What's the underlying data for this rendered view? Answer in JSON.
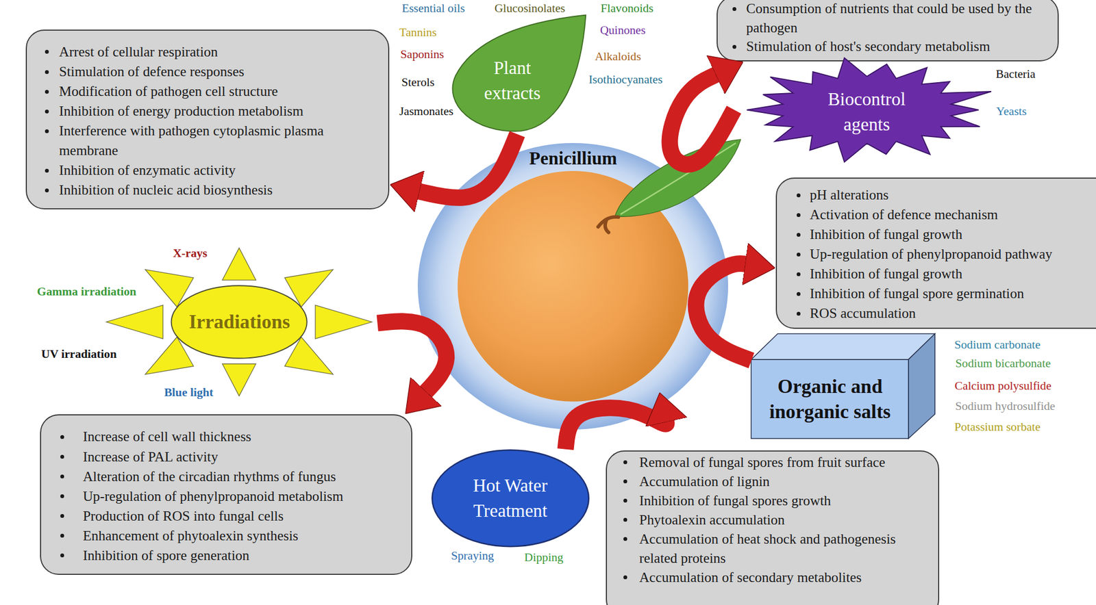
{
  "diagram": {
    "nodes": [
      {
        "text": [
          "Plant extracts"
        ]
      },
      {
        "text": [
          "Arrest of cellular respiration",
          "Stimulation of defence responses",
          "Modification of pathogen cell structure",
          "Inhibition of energy production metabolism",
          "Interference with pathogen cytoplasmic plasma membrane",
          "Inhibition of enzymatic activity",
          "Inhibition of nucleic acid biosynthesis"
        ]
      },
      {
        "text": [
          "Consumption of nutrients that could be used by the pathogen",
          "Stimulation of host's secondary metabolism"
        ]
      },
      {
        "text": [
          "Biocontrol agents"
        ]
      },
      {
        "text": [
          "Penicillium"
        ]
      },
      {
        "text": [
          "pH alterations",
          "Activation of defence mechanism",
          "Inhibition of fungal growth",
          "Up-regulation of phenylpropanoid pathway",
          "Inhibition of fungal growth",
          "Inhibition of fungal spore germination",
          "ROS accumulation"
        ]
      },
      {
        "text": [
          "Irradiations"
        ]
      },
      {
        "text": [
          "Organic and inorganic salts"
        ]
      },
      {
        "text": [
          "Increase of cell wall thickness",
          "Increase of PAL activity",
          "Alteration of the circadian rhythms of fungus",
          "Up-regulation of phenylpropanoid metabolism",
          "Production of ROS into fungal cells",
          "Enhancement of phytoalexin synthesis",
          "Inhibition of spore generation"
        ]
      },
      {
        "text": [
          "Hot Water Treatment"
        ]
      },
      {
        "text": [
          "Removal of fungal spores from fruit surface",
          "Accumulation of lignin",
          "Inhibition of fungal spores growth",
          "Phytoalexin accumulation",
          "Accumulation of heat shock and pathogenesis related proteins",
          "Accumulation of secondary metabolites"
        ]
      }
    ],
    "edges": [
      {
        "from": 0,
        "to": 1,
        "arrow": "to"
      },
      {
        "from": 3,
        "to": 2,
        "arrow": "to"
      },
      {
        "from": 7,
        "to": 5,
        "arrow": "to"
      },
      {
        "from": 6,
        "to": 8,
        "arrow": "to"
      },
      {
        "from": 9,
        "to": 10,
        "arrow": "to"
      }
    ],
    "labels": [
      "Essential oils",
      "Glucosinolates",
      "Flavonoids",
      "Tannins",
      "Quinones",
      "Saponins",
      "Alkaloids",
      "Sterols",
      "Isothiocyanates",
      "Jasmonates",
      "Bacteria",
      "Yeasts",
      "X-rays",
      "Gamma irradiation",
      "UV irradiation",
      "Sodium carbonate",
      "Sodium bicarbonate",
      "Calcium polysulfide",
      "Sodium hydrosulfide",
      "Potassium sorbate",
      "Blue light",
      "Spraying",
      "Dipping"
    ]
  }
}
